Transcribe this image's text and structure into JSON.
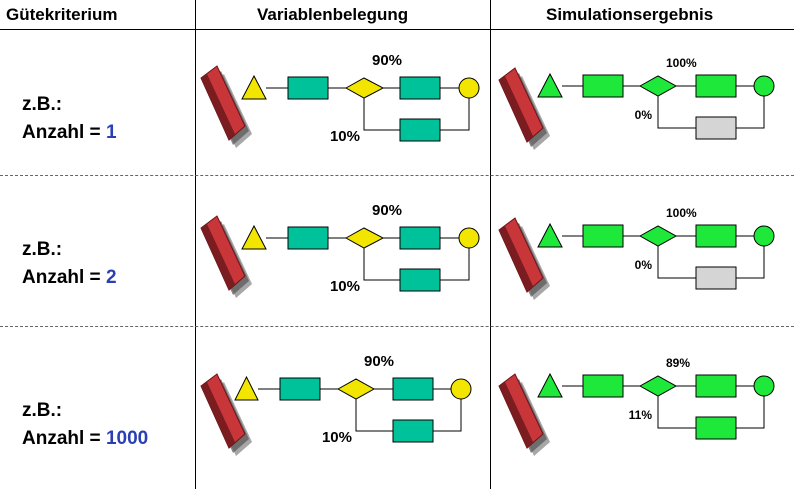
{
  "headers": {
    "col1": "Gütekriterium",
    "col2": "Variablenbelegung",
    "col3": "Simulationsergebnis"
  },
  "colors": {
    "var_start": "#f2e600",
    "var_task": "#00c29a",
    "sim_node": "#1ee83a",
    "sim_inactive_task": "#d5d5d5",
    "number_blue": "#2b3fb5",
    "sheet_red": "#c8363a"
  },
  "rows": [
    {
      "line1": "z.B.:",
      "line2_prefix": "Anzahl = ",
      "count": "1",
      "var_upper_pct": "90%",
      "var_lower_pct": "10%",
      "sim_upper_pct": "100%",
      "sim_lower_pct": "0%",
      "sim_lower_task_active": false
    },
    {
      "line1": "z.B.:",
      "line2_prefix": "Anzahl = ",
      "count": "2",
      "var_upper_pct": "90%",
      "var_lower_pct": "10%",
      "sim_upper_pct": "100%",
      "sim_lower_pct": "0%",
      "sim_lower_task_active": false
    },
    {
      "line1": "z.B.:",
      "line2_prefix": "Anzahl = ",
      "count": "1000",
      "var_upper_pct": "90%",
      "var_lower_pct": "10%",
      "sim_upper_pct": "89%",
      "sim_lower_pct": "11%",
      "sim_lower_task_active": true
    }
  ]
}
